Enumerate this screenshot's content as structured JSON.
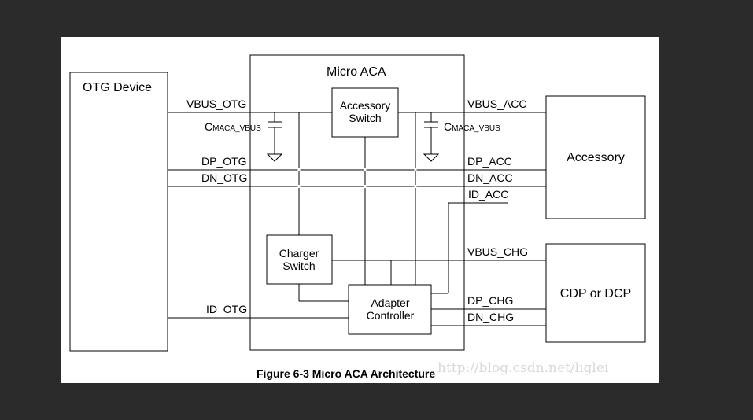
{
  "blocks": {
    "otg_device": "OTG Device",
    "micro_aca": "Micro ACA",
    "accessory_switch": [
      "Accessory",
      "Switch"
    ],
    "charger_switch": [
      "Charger",
      "Switch"
    ],
    "adapter_controller": [
      "Adapter",
      "Controller"
    ],
    "accessory": "Accessory",
    "cdp_dcp": "CDP or DCP"
  },
  "signals": {
    "vbus_otg": "VBUS_OTG",
    "dp_otg": "DP_OTG",
    "dn_otg": "DN_OTG",
    "id_otg": "ID_OTG",
    "vbus_acc": "VBUS_ACC",
    "dp_acc": "DP_ACC",
    "dn_acc": "DN_ACC",
    "id_acc": "ID_ACC",
    "vbus_chg": "VBUS_CHG",
    "dp_chg": "DP_CHG",
    "dn_chg": "DN_CHG"
  },
  "capacitors": {
    "left": {
      "main": "C",
      "sub": "MACA_VBUS"
    },
    "right": {
      "main": "C",
      "sub": "MACA_VBUS"
    }
  },
  "caption": "Figure 6-3  Micro ACA Architecture",
  "watermark": "http://blog.csdn.net/liglei"
}
